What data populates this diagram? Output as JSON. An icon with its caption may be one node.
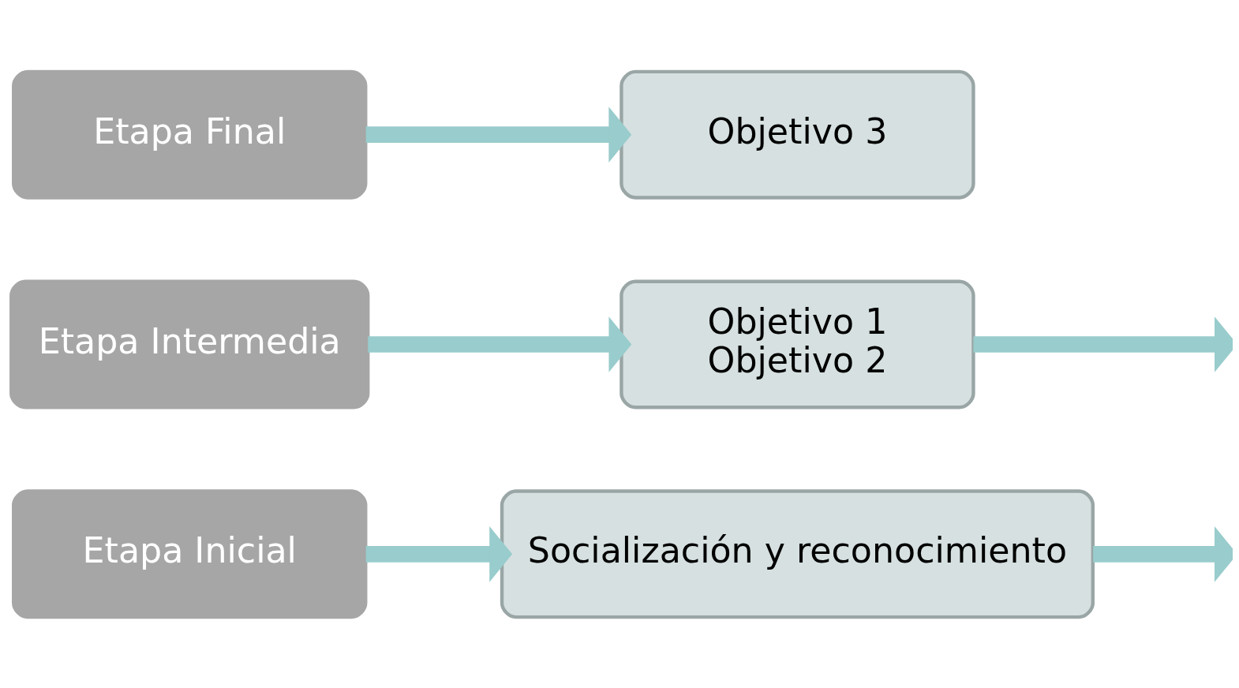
{
  "diagram": {
    "nodes": [
      {
        "text": [
          "Etapa Inicial"
        ]
      },
      {
        "text": [
          "Socialización y reconocimiento"
        ]
      },
      {
        "text": [
          "Etapa Intermedia"
        ]
      },
      {
        "text": [
          "Objetivo 1",
          "Objetivo 2"
        ]
      },
      {
        "text": [
          "Etapa Final"
        ]
      },
      {
        "text": [
          "Objetivo 3"
        ]
      }
    ],
    "edges": [
      {
        "from": 0,
        "to": 1,
        "arrow": "to"
      },
      {
        "from": 1,
        "to": null,
        "arrow": "to"
      },
      {
        "from": 2,
        "to": 3,
        "arrow": "to"
      },
      {
        "from": 3,
        "to": null,
        "arrow": "to"
      },
      {
        "from": 4,
        "to": 5,
        "arrow": "to"
      }
    ]
  }
}
